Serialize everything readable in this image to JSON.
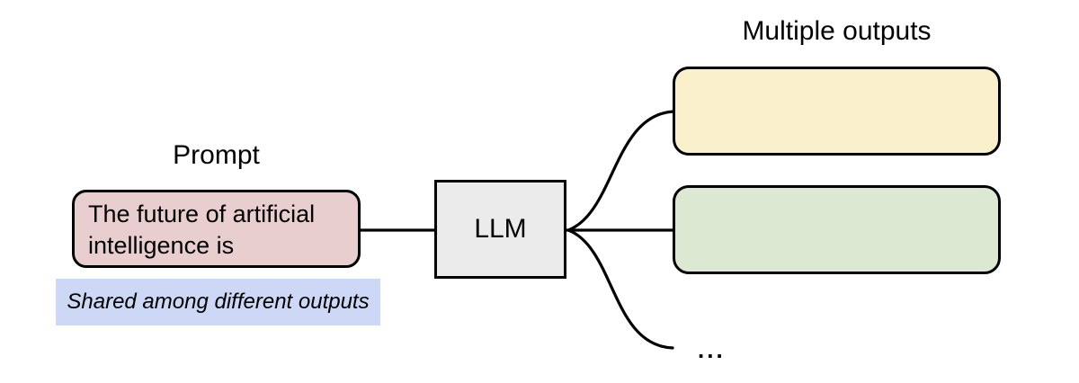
{
  "diagram": {
    "title_left": "Prompt",
    "title_right": "Multiple outputs",
    "prompt": {
      "lines": [
        "The future of artificial",
        "intelligence is"
      ],
      "note": "Shared among different outputs"
    },
    "llm": {
      "label": "LLM"
    },
    "outputs": {
      "ellipsis": "..."
    },
    "colors": {
      "prompt_fill": "#e9ced0",
      "note_fill": "#ccd8f5",
      "llm_fill": "#ebebeb",
      "output_top_fill": "#faf0cc",
      "output_middle_fill": "#dde8d2",
      "stroke": "#000000",
      "background": "#ffffff"
    }
  }
}
